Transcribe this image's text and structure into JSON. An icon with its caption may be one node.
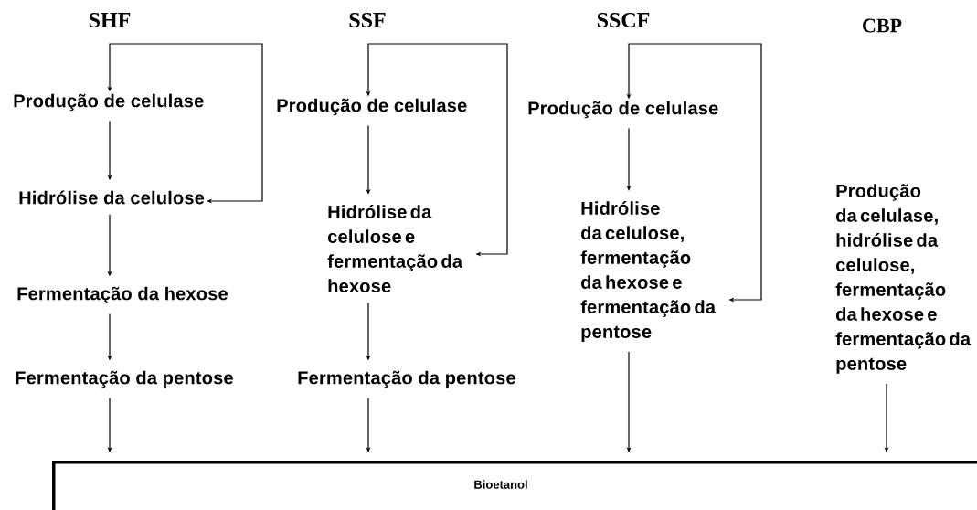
{
  "diagram": {
    "nodes": [
      {
        "text": [
          "Produção de celulase"
        ]
      },
      {
        "text": [
          "Hidrólise da celulose"
        ]
      },
      {
        "text": [
          "Fermentação da hexose"
        ]
      },
      {
        "text": [
          "Fermentação da pentose"
        ]
      },
      {
        "text": [
          "Produção de celulase"
        ]
      },
      {
        "text": [
          "Hidrólise da celulose e fermentação da hexose"
        ]
      },
      {
        "text": [
          "Fermentação da pentose"
        ]
      },
      {
        "text": [
          "Produção de celulase"
        ]
      },
      {
        "text": [
          "Hidrólise da celulose, fermentação da hexose e fermentação da pentose"
        ]
      },
      {
        "text": [
          "Produção da celulase, hidrólise da celulose, fermentação da hexose e fermentação da pentose"
        ]
      },
      {
        "text": [
          "Bioetanol"
        ]
      }
    ],
    "edges": [
      {
        "from": 0,
        "to": 1,
        "arrow": "both"
      },
      {
        "from": 0,
        "to": 1,
        "arrow": "to"
      },
      {
        "from": 1,
        "to": 2,
        "arrow": "to"
      },
      {
        "from": 2,
        "to": 3,
        "arrow": "to"
      },
      {
        "from": 3,
        "to": 10,
        "arrow": "to"
      },
      {
        "from": 4,
        "to": 5,
        "arrow": "both"
      },
      {
        "from": 4,
        "to": 5,
        "arrow": "to"
      },
      {
        "from": 5,
        "to": 6,
        "arrow": "to"
      },
      {
        "from": 6,
        "to": 10,
        "arrow": "to"
      },
      {
        "from": 7,
        "to": 8,
        "arrow": "both"
      },
      {
        "from": 7,
        "to": 8,
        "arrow": "to"
      },
      {
        "from": 8,
        "to": 10,
        "arrow": "to"
      },
      {
        "from": 9,
        "to": 10,
        "arrow": "to"
      }
    ],
    "labels": [
      "SHF",
      "SSF",
      "SSCF",
      "CBP"
    ]
  }
}
